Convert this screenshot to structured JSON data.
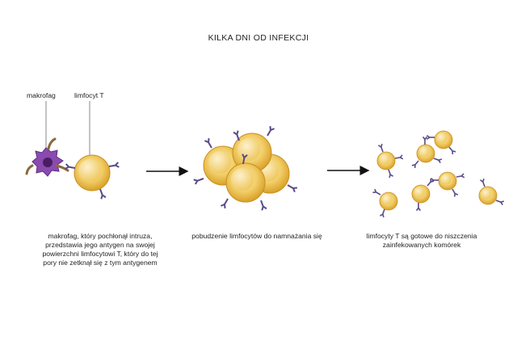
{
  "title": "KILKA DNI OD INFEKCJI",
  "labels": {
    "macrophage": "makrofag",
    "t_cell": "limfocyt T"
  },
  "captions": {
    "stage1": "makrofag, który pochłonął intruza,\nprzedstawia jego antygen na swojej\npowierzchni limfocytowi T, który do tej\npory nie zetknął się z tym antygenem",
    "stage2": "pobudzenie limfocytów do namnażania się",
    "stage3": "limfocyty T są gotowe do niszczenia\nzainfekowanych komórek"
  },
  "colors": {
    "cell_outer": "#e9b838",
    "cell_inner": "#f7df9a",
    "receptor": "#5a4a86",
    "macrophage": "#7d3fa0",
    "pathogen": "#8a6a3c",
    "arrow": "#111111"
  }
}
